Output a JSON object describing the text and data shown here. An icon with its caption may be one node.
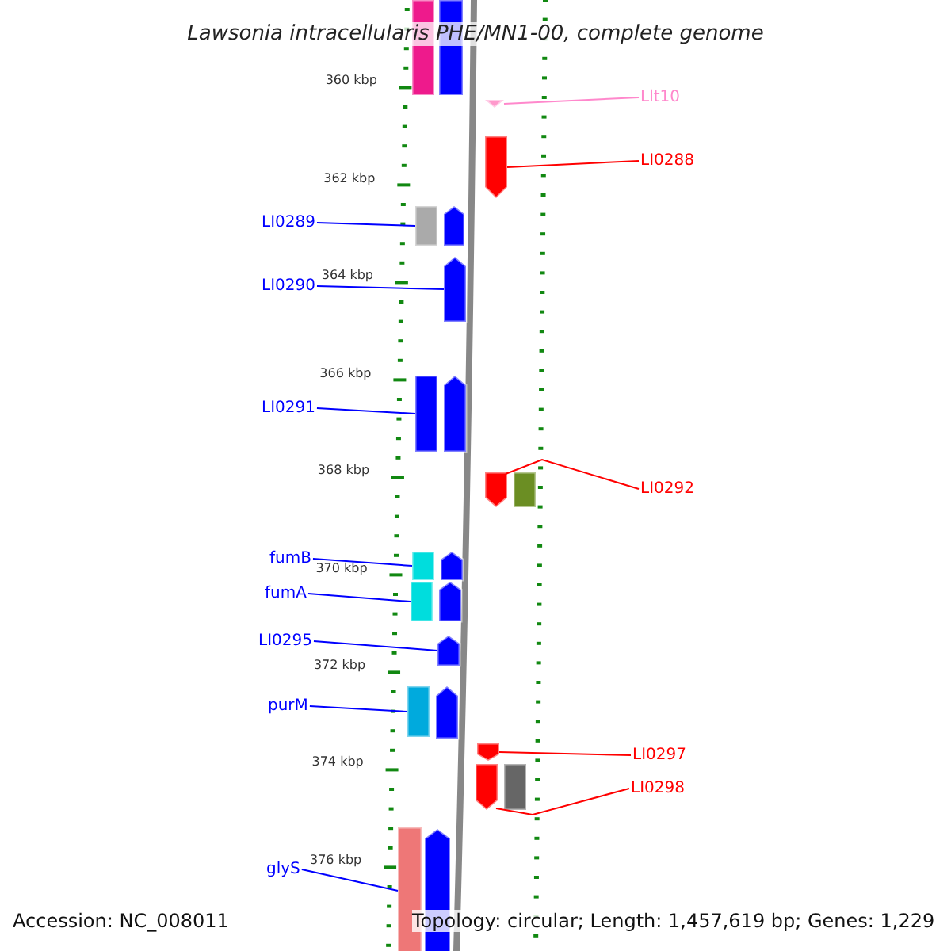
{
  "diagram": {
    "title": "Lawsonia intracellularis PHE/MN1-00, complete genome",
    "nodes": [
      {
        "text": [
          "Llt10"
        ]
      },
      {
        "text": [
          "LI0288"
        ]
      },
      {
        "text": [
          "LI0289"
        ]
      },
      {
        "text": [
          "LI0290"
        ]
      },
      {
        "text": [
          "LI0291"
        ]
      },
      {
        "text": [
          "LI0292"
        ]
      },
      {
        "text": [
          "fumB"
        ]
      },
      {
        "text": [
          "fumA"
        ]
      },
      {
        "text": [
          "LI0295"
        ]
      },
      {
        "text": [
          "purM"
        ]
      },
      {
        "text": [
          "LI0297"
        ]
      },
      {
        "text": [
          "LI0298"
        ]
      },
      {
        "text": [
          "glyS"
        ]
      },
      {
        "text": [],
        "shape": "box"
      },
      {
        "text": [],
        "shape": "box"
      },
      {
        "text": [],
        "shape": "arrow"
      },
      {
        "text": [],
        "shape": "arrow"
      },
      {
        "text": [],
        "shape": "box"
      },
      {
        "text": [],
        "shape": "arrow"
      },
      {
        "text": [],
        "shape": "arrow"
      },
      {
        "text": [],
        "shape": "box"
      },
      {
        "text": [],
        "shape": "arrow"
      },
      {
        "text": [],
        "shape": "arrow"
      },
      {
        "text": [],
        "shape": "box"
      },
      {
        "text": [],
        "shape": "box"
      },
      {
        "text": [],
        "shape": "arrow"
      },
      {
        "text": [],
        "shape": "box"
      },
      {
        "text": [],
        "shape": "arrow"
      },
      {
        "text": [],
        "shape": "arrow"
      },
      {
        "text": [],
        "shape": "box"
      },
      {
        "text": [],
        "shape": "arrow"
      },
      {
        "text": [],
        "shape": "arrow"
      },
      {
        "text": [],
        "shape": "arrow"
      },
      {
        "text": [],
        "shape": "box"
      },
      {
        "text": [],
        "shape": "box"
      },
      {
        "text": [],
        "shape": "arrow"
      }
    ],
    "edges": [
      {
        "from": 0,
        "to": 15,
        "arrow": "none",
        "color": "#ff88cc"
      },
      {
        "from": 1,
        "to": 16,
        "arrow": "none",
        "color": "#ff0000"
      },
      {
        "from": 2,
        "to": 17,
        "arrow": "none"
      },
      {
        "from": 3,
        "to": 19,
        "arrow": "none"
      },
      {
        "from": 4,
        "to": 20,
        "arrow": "none"
      },
      {
        "from": 5,
        "to": 22,
        "arrow": "none",
        "color": "#ff0000"
      },
      {
        "from": 6,
        "to": 24,
        "arrow": "none"
      },
      {
        "from": 7,
        "to": 26,
        "arrow": "none"
      },
      {
        "from": 8,
        "to": 28,
        "arrow": "none"
      },
      {
        "from": 9,
        "to": 29,
        "arrow": "none"
      },
      {
        "from": 10,
        "to": 31,
        "arrow": "none",
        "color": "#ff0000"
      },
      {
        "from": 11,
        "to": 32,
        "arrow": "none",
        "color": "#ff0000"
      },
      {
        "from": 12,
        "to": 34,
        "arrow": "none"
      }
    ],
    "labels": [
      "360 kbp",
      "362 kbp",
      "364 kbp",
      "366 kbp",
      "368 kbp",
      "370 kbp",
      "372 kbp",
      "374 kbp",
      "376 kbp",
      "Accession: NC_008011",
      "Topology: circular; Length: 1,457,619 bp; Genes: 1,229"
    ]
  }
}
